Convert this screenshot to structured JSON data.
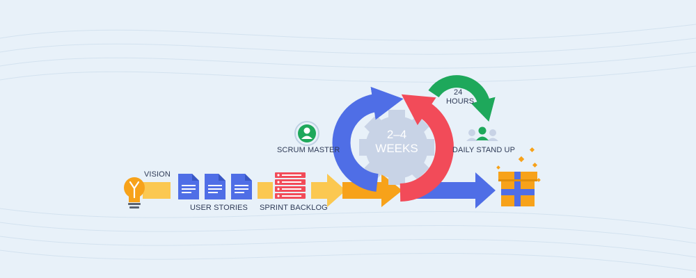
{
  "labels": {
    "vision": "VISION",
    "user_stories": "USER STORIES",
    "sprint_backlog": "SPRINT BACKLOG",
    "scrum_master": "SCRUM MASTER",
    "sprint_length_value": "2–4",
    "sprint_length_unit": "WEEKS",
    "daily_cycle_value": "24",
    "daily_cycle_unit": "HOURS",
    "daily_stand_up": "DAILY STAND UP"
  },
  "icons": {
    "vision": "lightbulb-icon",
    "user_stories": "document-icon",
    "sprint_backlog": "backlog-list-icon",
    "scrum_master": "user-avatar-icon",
    "sprint_cycle": "gear-icon",
    "daily_stand_up": "team-icon",
    "product": "gift-box-icon"
  },
  "colors": {
    "background": "#e8f1f9",
    "sprint_cycle_arrow": "#4f6ee6",
    "sprint_return_arrow": "#f24b59",
    "daily_loop_arrow": "#1ea85b",
    "flow_arrow": "#f7a21a",
    "product": "#f7a21a",
    "text": "#2f3b57"
  }
}
